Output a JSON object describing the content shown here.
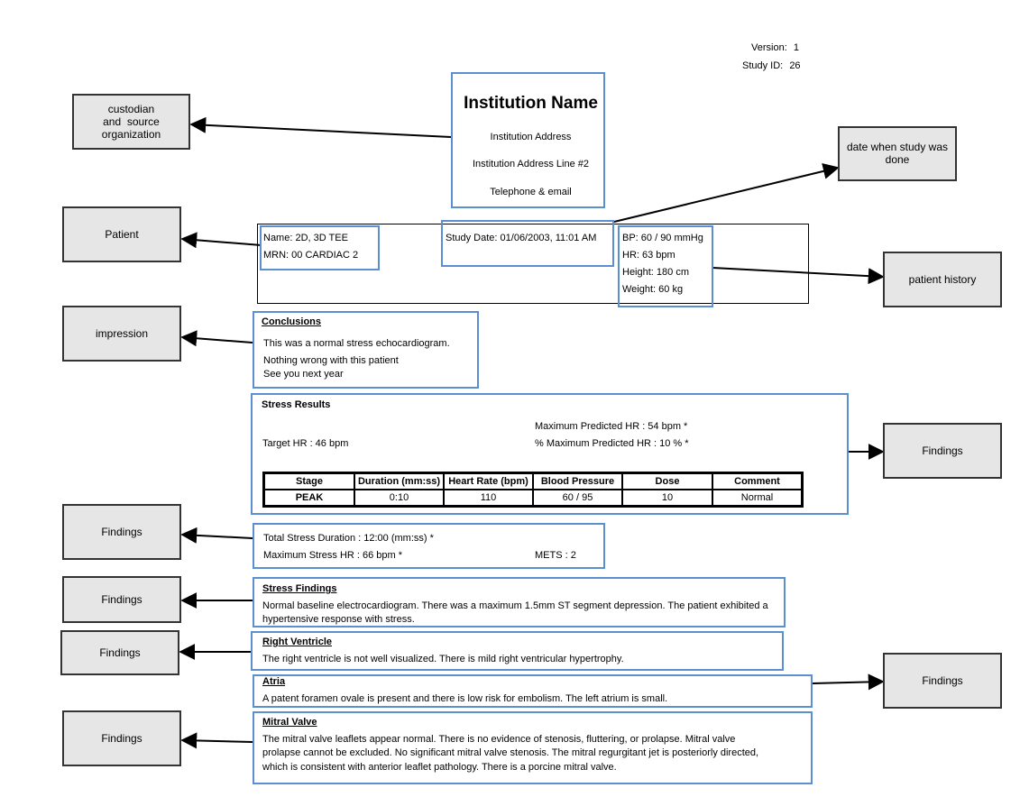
{
  "header": {
    "version_label": "Version:",
    "version_value": "1",
    "study_id_label": "Study ID:",
    "study_id_value": "26"
  },
  "institution": {
    "name": "Institution Name",
    "address": "Institution Address",
    "address2": "Institution Address Line #2",
    "contact": "Telephone & email"
  },
  "labels": {
    "custodian": "custodian\nand  source\norganization",
    "date": "date when study was\ndone",
    "patient": "Patient",
    "patient_history": "patient history",
    "impression": "impression",
    "findings": "Findings"
  },
  "patient": {
    "name": "Name:  2D, 3D TEE",
    "mrn": "MRN:  00 CARDIAC 2",
    "study_date": "Study Date:  01/06/2003, 11:01 AM",
    "bp": "BP:  60 / 90 mmHg",
    "hr": "HR:  63 bpm",
    "height": "Height:  180 cm",
    "weight": "Weight:  60 kg"
  },
  "conclusions": {
    "title": "Conclusions",
    "line1": "This was a normal stress echocardiogram.",
    "line2": "Nothing wrong with this patient",
    "line3": "See you next year"
  },
  "stress_results": {
    "title": "Stress Results",
    "max_pred_hr": "Maximum Predicted HR :  54 bpm *",
    "target_hr": "Target HR :  46 bpm",
    "pct_max_pred_hr": "% Maximum Predicted HR :  10 % *",
    "table": {
      "headers": [
        "Stage",
        "Duration (mm:ss)",
        "Heart Rate (bpm)",
        "Blood Pressure",
        "Dose",
        "Comment"
      ],
      "row": [
        "PEAK",
        "0:10",
        "110",
        "60 / 95",
        "10",
        "Normal"
      ]
    }
  },
  "stress_totals": {
    "duration": "Total Stress Duration :  12:00 (mm:ss) *",
    "max_hr": "Maximum Stress HR :  66 bpm *",
    "mets": "METS :  2"
  },
  "stress_findings": {
    "title": "Stress Findings",
    "line1": "Normal baseline electrocardiogram. There was a maximum 1.5mm ST segment depression. The patient exhibited a",
    "line2": "hypertensive response with stress."
  },
  "right_ventricle": {
    "title": "Right Ventricle",
    "text": "The right ventricle is not well visualized. There is mild right ventricular hypertrophy."
  },
  "atria": {
    "title": "Atria",
    "text": "A patent foramen ovale is present and there is low risk for embolism. The left atrium is small."
  },
  "mitral_valve": {
    "title": "Mitral Valve",
    "line1": "The mitral valve leaflets appear normal. There is no evidence of stenosis, fluttering, or prolapse. Mitral valve",
    "line2": "prolapse cannot be excluded. No significant mitral valve stenosis. The mitral regurgitant jet is posteriorly directed,",
    "line3": "which is consistent with anterior leaflet pathology. There is a porcine mitral valve."
  }
}
